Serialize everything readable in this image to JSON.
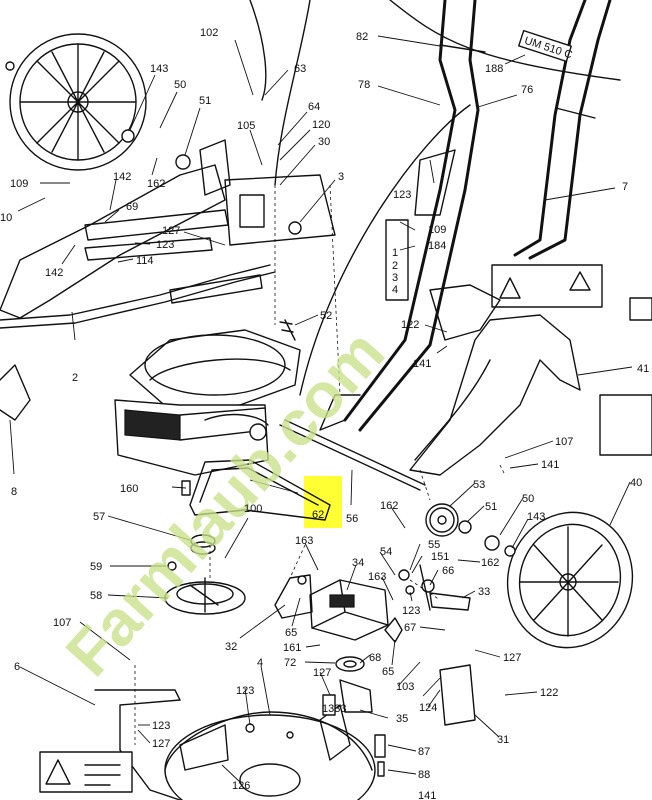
{
  "labels": [
    {
      "id": "l102",
      "text": "102"
    },
    {
      "id": "l63",
      "text": "63"
    },
    {
      "id": "l82",
      "text": "82"
    },
    {
      "id": "l188",
      "text": "188"
    },
    {
      "id": "l143a",
      "text": "143"
    },
    {
      "id": "l50a",
      "text": "50"
    },
    {
      "id": "l51a",
      "text": "51"
    },
    {
      "id": "l64",
      "text": "64"
    },
    {
      "id": "l120",
      "text": "120"
    },
    {
      "id": "l105",
      "text": "105"
    },
    {
      "id": "l30",
      "text": "30"
    },
    {
      "id": "l78",
      "text": "78"
    },
    {
      "id": "l76",
      "text": "76"
    },
    {
      "id": "l142a",
      "text": "142"
    },
    {
      "id": "l162a",
      "text": "162"
    },
    {
      "id": "l3",
      "text": "3"
    },
    {
      "id": "l123a",
      "text": "123"
    },
    {
      "id": "l7",
      "text": "7"
    },
    {
      "id": "l109a",
      "text": "109"
    },
    {
      "id": "l69",
      "text": "69"
    },
    {
      "id": "l10",
      "text": "10"
    },
    {
      "id": "l127a",
      "text": "127"
    },
    {
      "id": "l123b",
      "text": "123"
    },
    {
      "id": "l109b",
      "text": "109"
    },
    {
      "id": "l184",
      "text": "184"
    },
    {
      "id": "l142b",
      "text": "142"
    },
    {
      "id": "l114",
      "text": "114"
    },
    {
      "id": "l52",
      "text": "52"
    },
    {
      "id": "l122a",
      "text": "122"
    },
    {
      "id": "l141a",
      "text": "141"
    },
    {
      "id": "l2",
      "text": "2"
    },
    {
      "id": "l41",
      "text": "41"
    },
    {
      "id": "l8",
      "text": "8"
    },
    {
      "id": "l107a",
      "text": "107"
    },
    {
      "id": "l141b",
      "text": "141"
    },
    {
      "id": "l160",
      "text": "160"
    },
    {
      "id": "l62",
      "text": "62"
    },
    {
      "id": "l56",
      "text": "56"
    },
    {
      "id": "l53",
      "text": "53"
    },
    {
      "id": "l40",
      "text": "40"
    },
    {
      "id": "l57",
      "text": "57"
    },
    {
      "id": "l100",
      "text": "100"
    },
    {
      "id": "l162b",
      "text": "162"
    },
    {
      "id": "l50b",
      "text": "50"
    },
    {
      "id": "l51b",
      "text": "51"
    },
    {
      "id": "l143b",
      "text": "143"
    },
    {
      "id": "l163a",
      "text": "163"
    },
    {
      "id": "l34",
      "text": "34"
    },
    {
      "id": "l54",
      "text": "54"
    },
    {
      "id": "l55",
      "text": "55"
    },
    {
      "id": "l151",
      "text": "151"
    },
    {
      "id": "l162c",
      "text": "162"
    },
    {
      "id": "l59",
      "text": "59"
    },
    {
      "id": "l163b",
      "text": "163"
    },
    {
      "id": "l66",
      "text": "66"
    },
    {
      "id": "l58",
      "text": "58"
    },
    {
      "id": "l33",
      "text": "33"
    },
    {
      "id": "l123c",
      "text": "123"
    },
    {
      "id": "l107b",
      "text": "107"
    },
    {
      "id": "l32",
      "text": "32"
    },
    {
      "id": "l65a",
      "text": "65"
    },
    {
      "id": "l67",
      "text": "67"
    },
    {
      "id": "l161",
      "text": "161"
    },
    {
      "id": "l72",
      "text": "72"
    },
    {
      "id": "l68",
      "text": "68"
    },
    {
      "id": "l127b",
      "text": "127"
    },
    {
      "id": "l6",
      "text": "6"
    },
    {
      "id": "l4",
      "text": "4"
    },
    {
      "id": "l65b",
      "text": "65"
    },
    {
      "id": "l127c",
      "text": "127"
    },
    {
      "id": "l103",
      "text": "103"
    },
    {
      "id": "l123d",
      "text": "123"
    },
    {
      "id": "l124",
      "text": "124"
    },
    {
      "id": "l122b",
      "text": "122"
    },
    {
      "id": "l35",
      "text": "35"
    },
    {
      "id": "l123e",
      "text": "123"
    },
    {
      "id": "l127d",
      "text": "127"
    },
    {
      "id": "l31",
      "text": "31"
    },
    {
      "id": "l87",
      "text": "87"
    },
    {
      "id": "l126",
      "text": "126"
    },
    {
      "id": "l88",
      "text": "88"
    },
    {
      "id": "l141c",
      "text": "141"
    }
  ],
  "decal_text": "UM 510 C",
  "height_scale": [
    "1",
    "2",
    "3",
    "4"
  ],
  "decal_small": "1333",
  "watermark": {
    "text": "Farmlaub.com",
    "colors": [
      "#c9e28a",
      "#f7c27a"
    ]
  },
  "highlight": {
    "label": "62",
    "color": "#ffff33"
  }
}
